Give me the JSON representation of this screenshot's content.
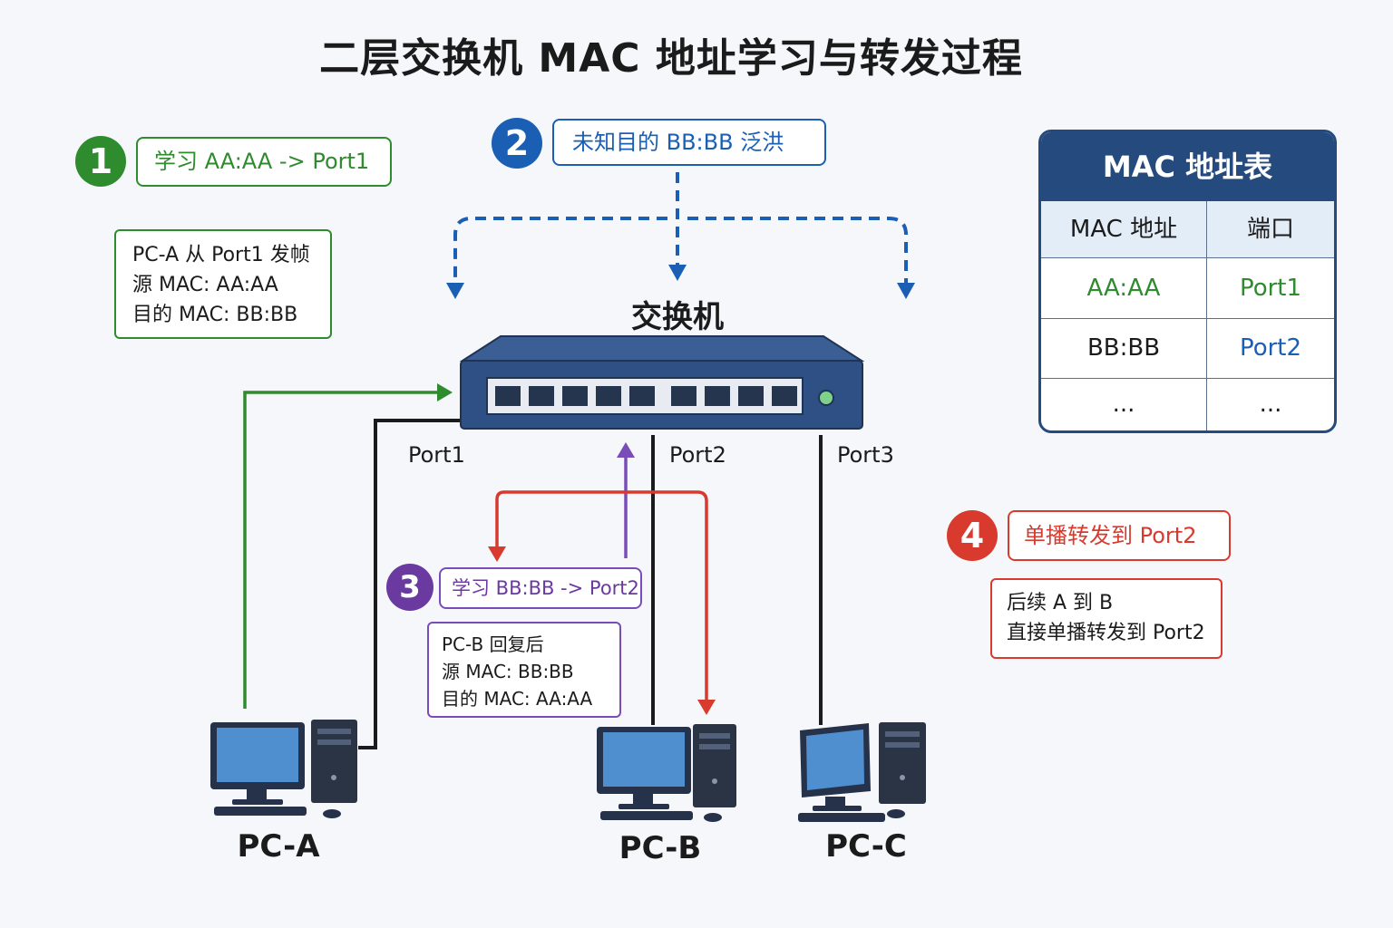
{
  "title": "二层交换机 MAC 地址学习与转发过程",
  "switch_label": "交换机",
  "ports": [
    "Port1",
    "Port2",
    "Port3"
  ],
  "pcs": [
    "PC-A",
    "PC-B",
    "PC-C"
  ],
  "steps": [
    {
      "num": "1",
      "label": "学习 AA:AA -> Port1",
      "color": "#2e8b2e"
    },
    {
      "num": "2",
      "label": "未知目的 BB:BB 泛洪",
      "color": "#1a5fb4"
    },
    {
      "num": "3",
      "label": "学习 BB:BB -> Port2",
      "color": "#6a3aa0"
    },
    {
      "num": "4",
      "label": "单播转发到 Port2",
      "color": "#d83a2e"
    }
  ],
  "notes": {
    "frame_a": [
      "PC-A 从 Port1 发帧",
      "源 MAC: AA:AA",
      "目的 MAC: BB:BB"
    ],
    "frame_b": [
      "PC-B 回复后",
      "源 MAC: BB:BB",
      "目的 MAC: AA:AA"
    ],
    "followup": [
      "后续 A 到 B",
      "直接单播转发到 Port2"
    ]
  },
  "mac_table": {
    "title": "MAC 地址表",
    "headers": [
      "MAC 地址",
      "端口"
    ],
    "rows": [
      [
        "AA:AA",
        "Port1"
      ],
      [
        "BB:BB",
        "Port2"
      ],
      [
        "...",
        "..."
      ]
    ]
  }
}
